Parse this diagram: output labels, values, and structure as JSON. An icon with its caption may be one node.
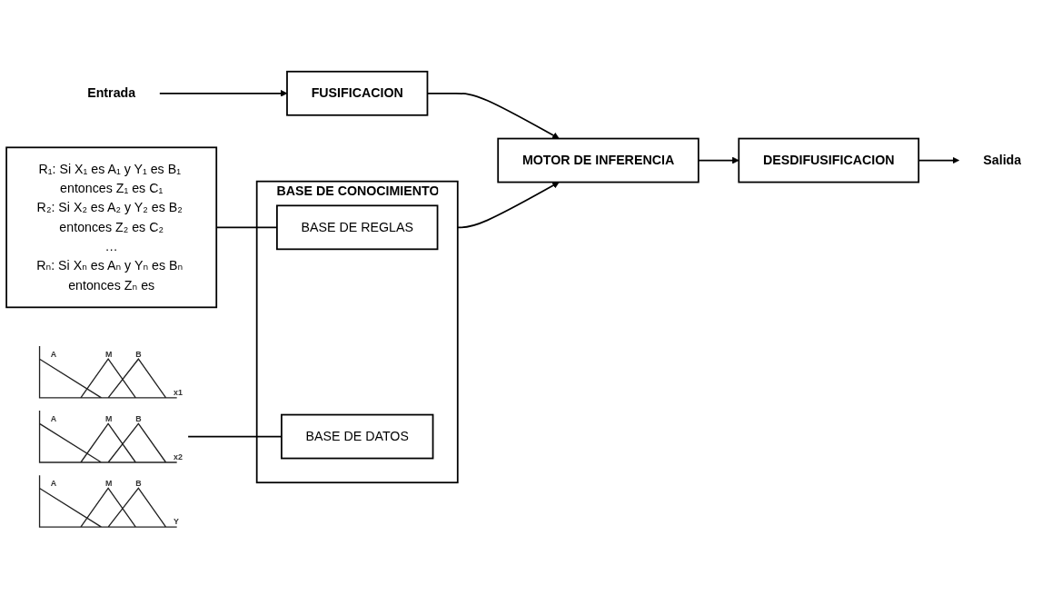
{
  "diagram": {
    "nodes": [
      {
        "text": [
          "R₁: Si X₁ es A₁ y Y₁ es B₁ entonces Z₁ es C₁",
          "R₂: Si X₂ es A₂ y Y₂ es B₂ entonces Z₂ es C₂",
          "…",
          "Rₙ: Si Xₙ es Aₙ y Yₙ es Bₙ entonces Zₙ es"
        ]
      },
      {
        "text": [],
        "shape": "picture"
      },
      {
        "text": [
          "BASE DE CONOCIMIENTO"
        ]
      },
      {
        "text": [
          "BASE DE REGLAS"
        ],
        "in": 2
      },
      {
        "text": [
          "BASE DE DATOS"
        ],
        "in": 2
      },
      {
        "text": [
          "Entrada"
        ]
      },
      {
        "text": [
          "Salida"
        ]
      },
      {
        "text": [
          "FUSIFICACION"
        ]
      },
      {
        "text": [
          "MOTOR DE INFERENCIA"
        ]
      },
      {
        "text": [
          "DESDIFUSIFICACION"
        ]
      }
    ],
    "edges": [
      {
        "from": 0,
        "to": 3,
        "arrow": "none"
      },
      {
        "from": 1,
        "to": 4,
        "arrow": "none"
      },
      {
        "from": 2,
        "to": 8,
        "arrow": "to"
      },
      {
        "from": 5,
        "to": 7,
        "arrow": "to"
      },
      {
        "from": 7,
        "to": 8,
        "arrow": "to"
      },
      {
        "from": 8,
        "to": 9,
        "arrow": "to"
      },
      {
        "from": 9,
        "to": 6,
        "arrow": "to"
      }
    ],
    "labels": [
      "A",
      "M",
      "B",
      "x1",
      "A",
      "M",
      "B",
      "x2",
      "A",
      "M",
      "B",
      "Y"
    ]
  }
}
